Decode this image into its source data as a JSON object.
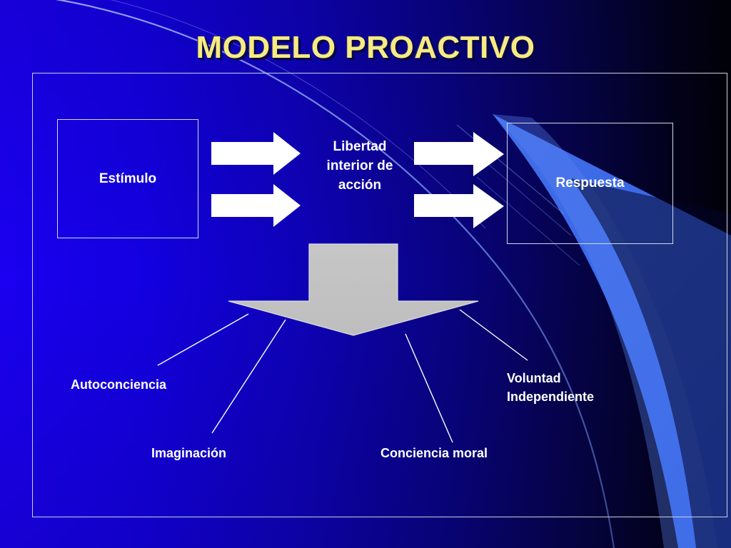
{
  "slide": {
    "title": "MODELO PROACTIVO",
    "title_color": "#F7EB82",
    "background_color_left": "#1A00F0",
    "background_color_right": "#04043A",
    "accent_swoosh_color": "#3D6EF0",
    "frame_border_color": "#C9CFE8"
  },
  "diagram": {
    "stimulus_box": {
      "label": "Estímulo",
      "border_color": "#D2D8EE",
      "text_color": "#FFFFFF"
    },
    "middle_label": {
      "line1": "Libertad",
      "line2": "interior de",
      "line3": "acción",
      "text": "Libertad\ninterior de\nacción"
    },
    "response_box": {
      "label": "Respuesta",
      "border_color": "#D2D8EE",
      "text_color": "#FFFFFF"
    },
    "flow_arrows": {
      "count": 4,
      "color": "#FFFFFF",
      "direction": "right"
    },
    "down_arrow": {
      "color": "#C0C0C0",
      "direction": "down"
    },
    "leaf_labels": [
      {
        "id": "autoconciencia",
        "text": "Autoconciencia"
      },
      {
        "id": "imaginacion",
        "text": "Imaginación"
      },
      {
        "id": "conciencia-moral",
        "text": "Conciencia moral"
      },
      {
        "id": "voluntad-independiente",
        "text": "Voluntad\nIndependiente"
      }
    ],
    "leader_line_color": "#FFFFFF"
  }
}
